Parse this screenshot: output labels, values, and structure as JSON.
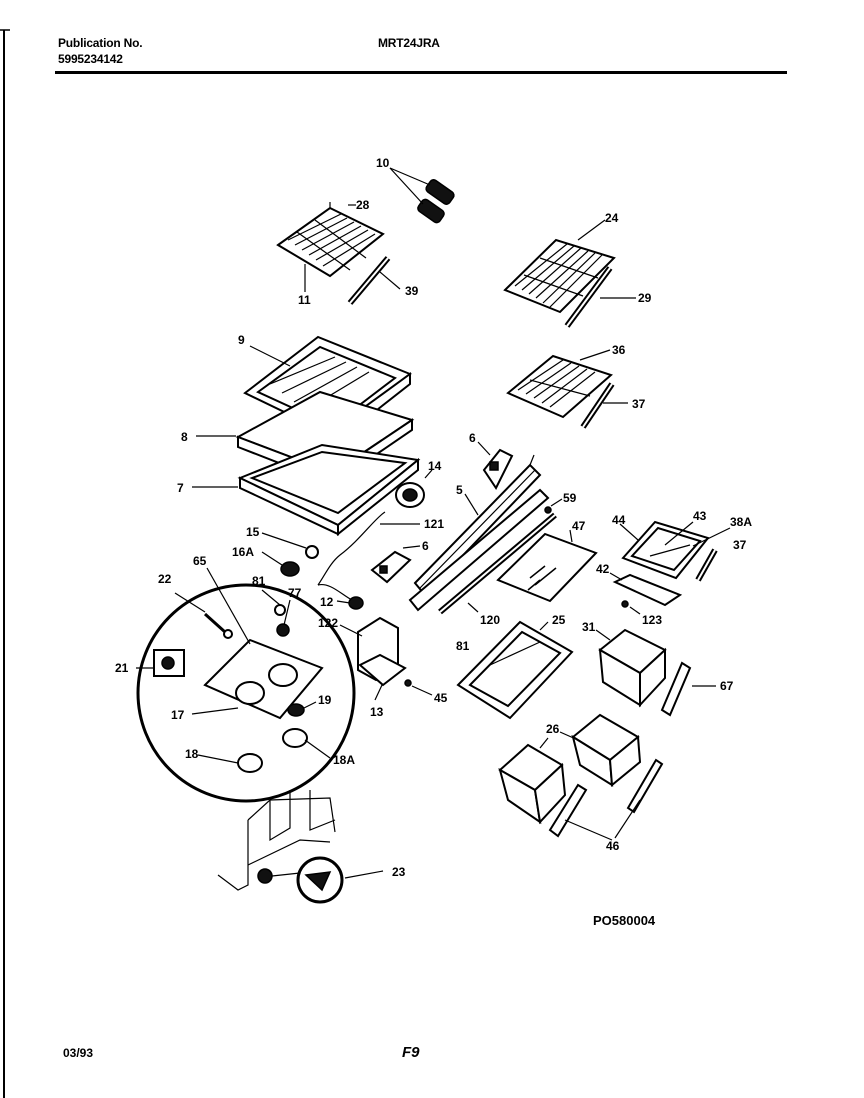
{
  "header": {
    "publication_label": "Publication No.",
    "publication_number": "5995234142",
    "model": "MRT24JRA"
  },
  "footer": {
    "diagram_id": "PO580004",
    "date": "03/93",
    "figure": "F9"
  },
  "callouts": {
    "c10": "10",
    "c28": "28",
    "c11": "11",
    "c39": "39",
    "c24": "24",
    "c29": "29",
    "c9": "9",
    "c36": "36",
    "c37a": "37",
    "c8": "8",
    "c7": "7",
    "c6a": "6",
    "c14": "14",
    "c5": "5",
    "c59": "59",
    "c15": "15",
    "c121": "121",
    "c16A": "16A",
    "c6b": "6",
    "c47": "47",
    "c44": "44",
    "c43": "43",
    "c38A": "38A",
    "c37b": "37",
    "c22": "22",
    "c65": "65",
    "c81a": "81",
    "c77": "77",
    "c12": "12",
    "c42": "42",
    "c123": "123",
    "c122": "122",
    "c120": "120",
    "c25": "25",
    "c81b": "81",
    "c31": "31",
    "c21": "21",
    "c19": "19",
    "c13": "13",
    "c45": "45",
    "c67": "67",
    "c17": "17",
    "c26": "26",
    "c18": "18",
    "c18A": "18A",
    "c46": "46",
    "c23": "23"
  }
}
